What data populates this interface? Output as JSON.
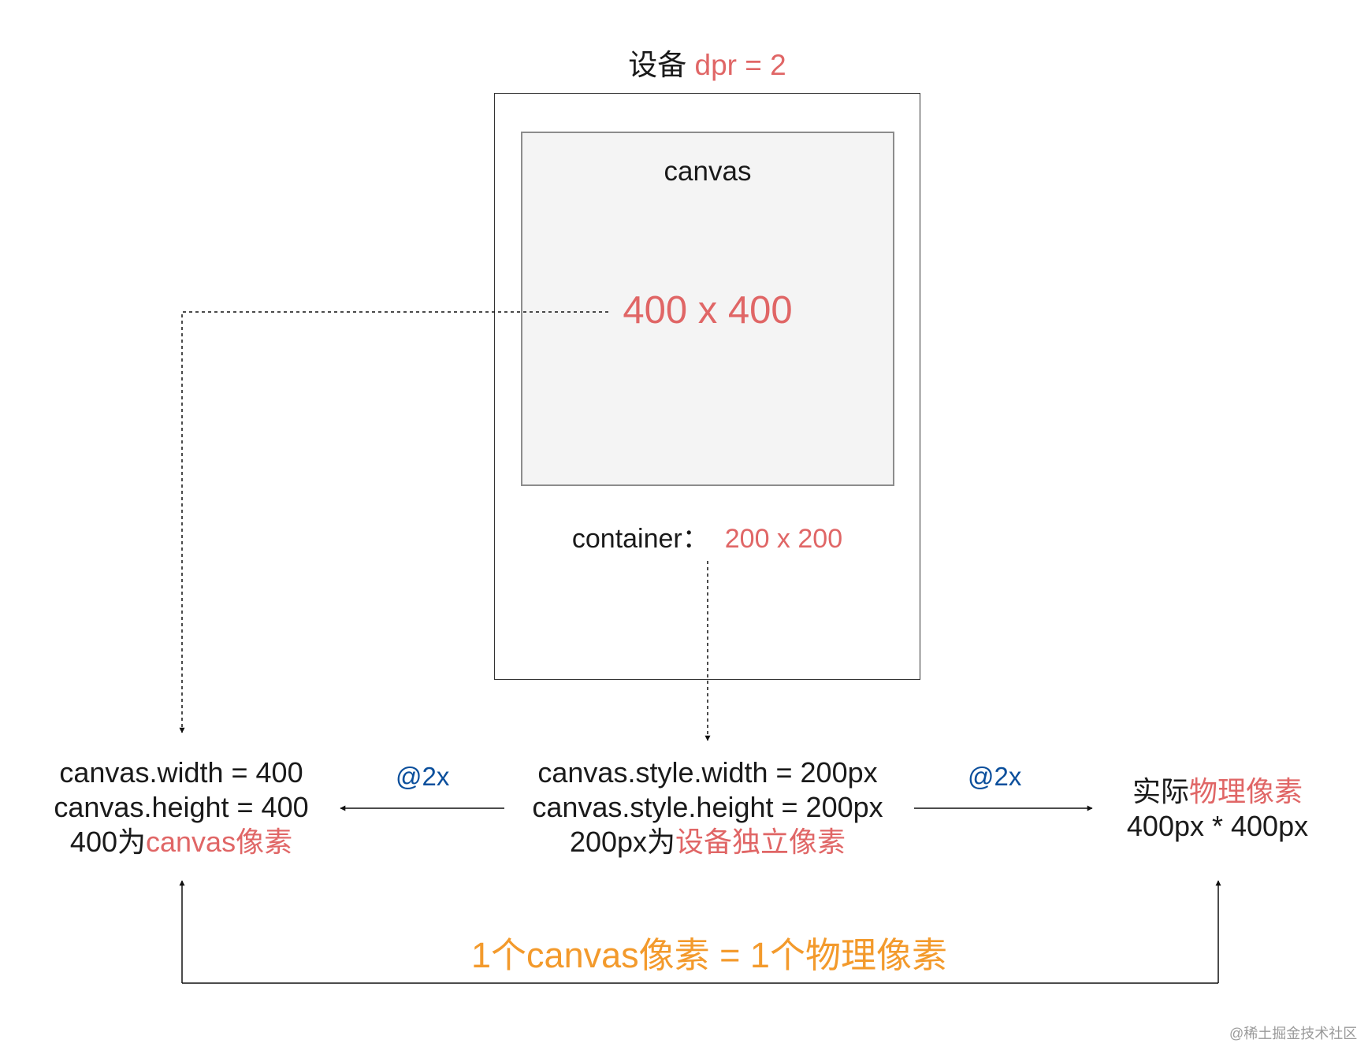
{
  "device": {
    "title_prefix": "设备",
    "title_dpr": "dpr = 2"
  },
  "canvas_box": {
    "label": "canvas",
    "size": "400 x 400"
  },
  "container": {
    "label": "container：",
    "size": "200 x 200"
  },
  "left_block": {
    "line1": "canvas.width = 400",
    "line2": "canvas.height = 400",
    "line3_prefix": "400为",
    "line3_highlight": "canvas像素"
  },
  "middle_block": {
    "line1": "canvas.style.width = 200px",
    "line2": "canvas.style.height = 200px",
    "line3_prefix": "200px为",
    "line3_highlight": "设备独立像素"
  },
  "right_block": {
    "line1_prefix": "实际",
    "line1_highlight": "物理像素",
    "line2": "400px * 400px"
  },
  "arrow_labels": {
    "left": "@2x",
    "right": "@2x"
  },
  "equation": "1个canvas像素 = 1个物理像素",
  "watermark": "@稀土掘金技术社区",
  "colors": {
    "highlight_red": "#e06666",
    "label_blue": "#0b4f9c",
    "equation_orange": "#f39a2c",
    "canvas_fill": "#f4f4f4"
  }
}
